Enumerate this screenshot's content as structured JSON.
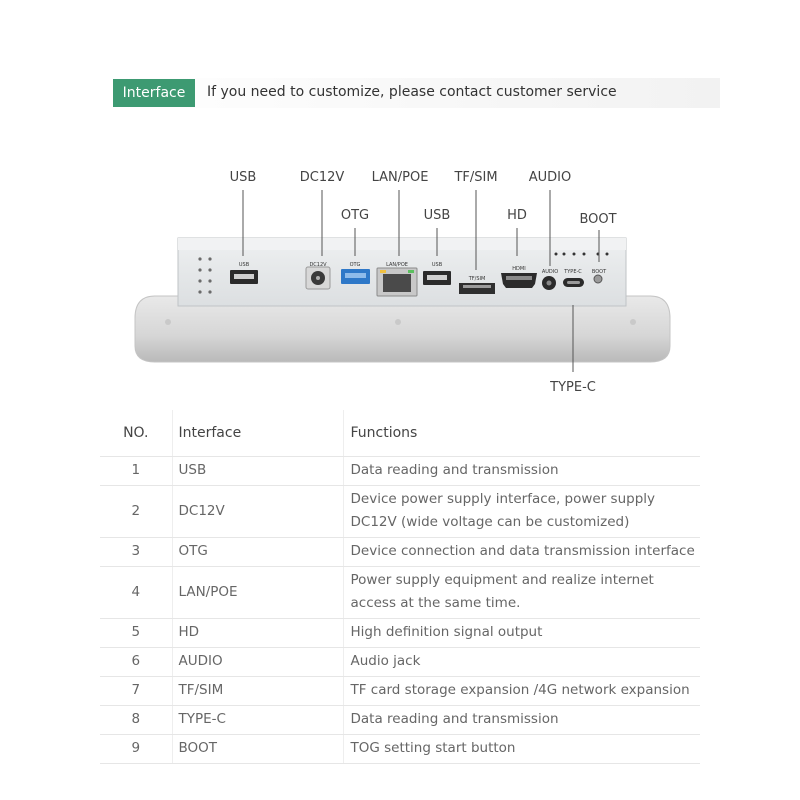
{
  "header": {
    "badge": "Interface",
    "note": "If you need to customize, please contact customer service"
  },
  "diagram": {
    "callouts": {
      "usb1": "USB",
      "dc12v": "DC12V",
      "lanpoe": "LAN/POE",
      "tfsim": "TF/SIM",
      "audio": "AUDIO",
      "otg": "OTG",
      "usb2": "USB",
      "hd": "HD",
      "boot": "BOOT",
      "typec": "TYPE-C"
    },
    "port_marks": {
      "usb1": "USB",
      "dc12v": "DC12V",
      "otg": "OTG",
      "lanpoe": "LAN/POE",
      "usb2": "USB",
      "tfsim": "TF/SIM",
      "hdmi": "HDMI",
      "audio": "AUDIO",
      "typec": "TYPE-C",
      "boot": "BOOT"
    },
    "colors": {
      "panel": "#e4e6e8",
      "bezel": "#dcdcdc",
      "otg_port": "#2e78c8",
      "accent": "#3d9a72"
    }
  },
  "table": {
    "headers": {
      "no": "NO.",
      "interface": "Interface",
      "functions": "Functions"
    },
    "rows": [
      {
        "no": "1",
        "interface": "USB",
        "function": "Data reading and transmission"
      },
      {
        "no": "2",
        "interface": "DC12V",
        "function": "Device power supply interface, power supply DC12V (wide voltage can be customized)"
      },
      {
        "no": "3",
        "interface": "OTG",
        "function": "Device connection and data transmission interface"
      },
      {
        "no": "4",
        "interface": "LAN/POE",
        "function": "Power supply equipment and realize internet access at the same time."
      },
      {
        "no": "5",
        "interface": "HD",
        "function": "High definition signal output"
      },
      {
        "no": "6",
        "interface": "AUDIO",
        "function": "Audio jack"
      },
      {
        "no": "7",
        "interface": "TF/SIM",
        "function": "TF card storage expansion /4G network expansion"
      },
      {
        "no": "8",
        "interface": "TYPE-C",
        "function": "Data reading and transmission"
      },
      {
        "no": "9",
        "interface": "BOOT",
        "function": "TOG setting start button"
      }
    ]
  }
}
